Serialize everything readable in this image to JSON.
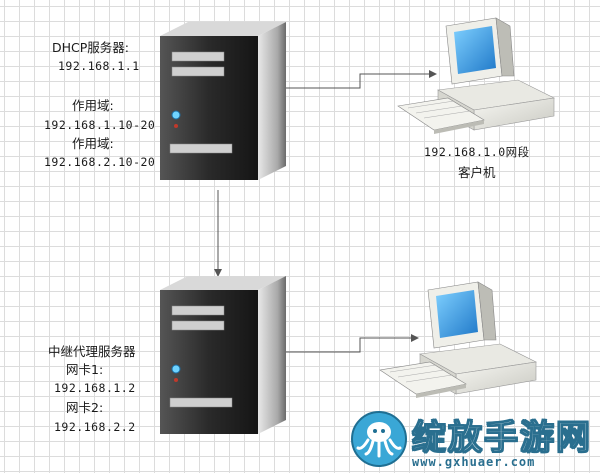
{
  "dhcp_server": {
    "title": "DHCP服务器:",
    "ip": "192.168.1.1",
    "scope1_label": "作用域:",
    "scope1_range": "192.168.1.10-20",
    "scope2_label": "作用域:",
    "scope2_range": "192.168.2.10-20"
  },
  "client_top": {
    "subnet": "192.168.1.0网段",
    "label": "客户机"
  },
  "relay_server": {
    "title": "中继代理服务器",
    "nic1_label": "网卡1:",
    "nic1_ip": "192.168.1.2",
    "nic2_label": "网卡2:",
    "nic2_ip": "192.168.2.2"
  },
  "watermark": {
    "brand": "绽放手游网",
    "url": "www.gxhuaer.com"
  },
  "colors": {
    "server_body": "#2b2b2b",
    "monitor_screen": "#2f8fd6",
    "arrow": "#555555",
    "watermark": "#2a6f8f"
  }
}
